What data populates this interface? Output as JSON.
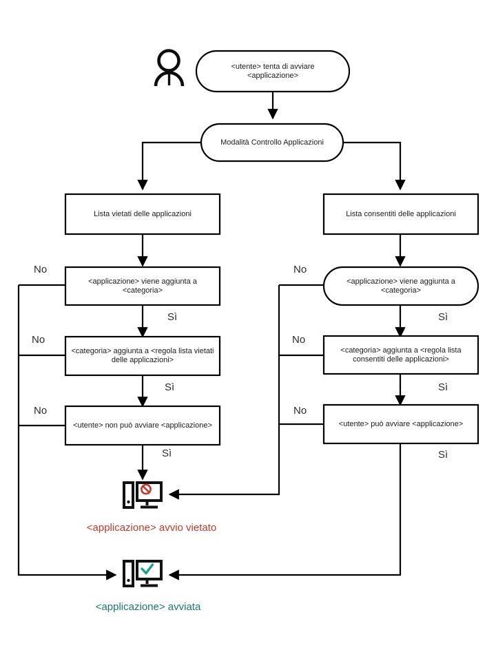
{
  "diagram": {
    "title": "Application Control Flowchart",
    "language": "it",
    "actor": {
      "name": "user-actor",
      "icon": "person-icon"
    },
    "nodes": {
      "start": {
        "label": "<utente> tenta di avviare\n<applicazione>",
        "shape": "stadium"
      },
      "mode": {
        "label": "Modalità Controllo Applicazioni",
        "shape": "stadium"
      },
      "denylist": {
        "label": "Lista vietati delle applicazioni",
        "shape": "rect"
      },
      "allowlist": {
        "label": "Lista consentiti delle applicazioni",
        "shape": "rect"
      },
      "deny_category": {
        "label": "<applicazione> viene aggiunta a\n<categoria>",
        "shape": "rect"
      },
      "allow_category": {
        "label": "<applicazione> viene aggiunta a\n<categoria>",
        "shape": "stadium"
      },
      "deny_rule": {
        "label": "<categoria> aggiunta a <regola lista vietati\ndelle applicazioni>",
        "shape": "rect"
      },
      "allow_rule": {
        "label": "<categoria> aggiunta a <regola lista\nconsentiti delle applicazioni>",
        "shape": "rect"
      },
      "deny_result": {
        "label": "<utente> non può avviare <applicazione>",
        "shape": "rect"
      },
      "allow_result": {
        "label": "<utente> può avviare <applicazione>",
        "shape": "rect"
      }
    },
    "terminals": {
      "blocked": {
        "icon": "computer-blocked-icon",
        "label": "<applicazione> avvio vietato",
        "color": "#c0392b"
      },
      "started": {
        "icon": "computer-allowed-icon",
        "label": "<applicazione> avviata",
        "color": "#19776b"
      }
    },
    "edge_labels": {
      "left_no_1": "No",
      "left_no_2": "No",
      "left_no_3": "No",
      "left_yes_1": "Sì",
      "left_yes_2": "Sì",
      "left_yes_3": "Sì",
      "right_no_1": "No",
      "right_no_2": "No",
      "right_no_3": "No",
      "right_yes_1": "Sì",
      "right_yes_2": "Sì",
      "right_yes_3": "Sì"
    },
    "colors": {
      "stroke": "#000000",
      "text": "#1a1a1a",
      "blocked": "#c0392b",
      "allowed": "#19776b",
      "background": "#ffffff"
    }
  }
}
